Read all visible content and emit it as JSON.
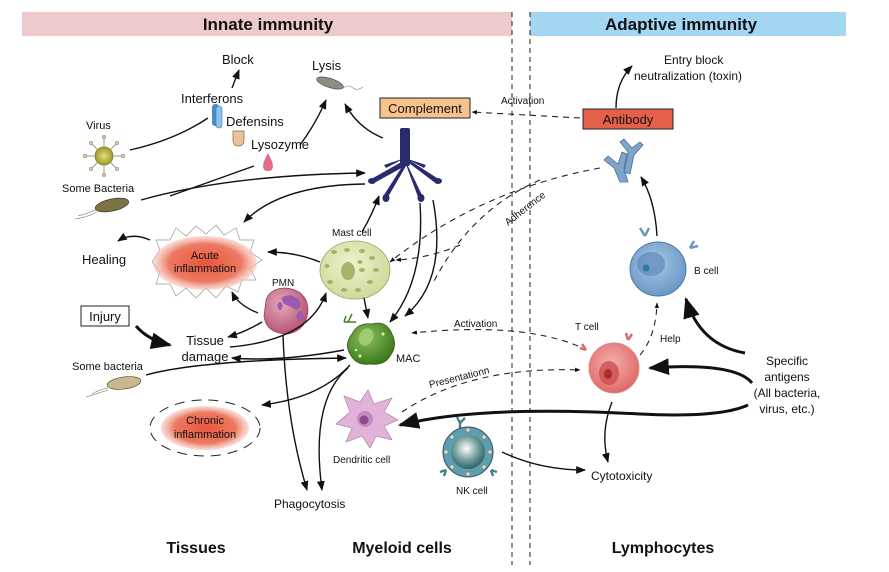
{
  "headers": {
    "innate": "Innate immunity",
    "adaptive": "Adaptive immunity"
  },
  "colors": {
    "innate_band": "#efcacd",
    "adaptive_band": "#a3d6f2",
    "complement_box": "#f6c38c",
    "antibody_box": "#e5604a",
    "inflammation": "#e8573c",
    "mast_cell": "#dfe6b8",
    "pmn": "#c86a86",
    "mac": "#5f9a30",
    "dendritic": "#e2b3d8",
    "b_cell": "#7ea9d4",
    "t_cell": "#e57b78",
    "nk_cell": "#4f94a8",
    "complement_protein": "#2a2b6e",
    "antibody_protein": "#7ea4c9"
  },
  "labels": {
    "block": "Block",
    "lysis": "Lysis",
    "interferons": "Interferons",
    "defensins": "Defensins",
    "lysozyme": "Lysozyme",
    "virus": "Virus",
    "some_bacteria_top": "Some Bacteria",
    "complement": "Complement",
    "activation_top": "Activation",
    "antibody": "Antibody",
    "entry_block_1": "Entry block",
    "entry_block_2": "neutralization (toxin)",
    "adherence": "Adherence",
    "healing": "Healing",
    "acute_1": "Acute",
    "acute_2": "inflammation",
    "mast_cell": "Mast cell",
    "pmn": "PMN",
    "injury": "Injury",
    "tissue_damage_1": "Tissue",
    "tissue_damage_2": "damage",
    "some_bacteria_bottom": "Some bacteria",
    "mac": "MAC",
    "activation_mid": "Activation",
    "presentation": "Presentationn",
    "t_cell": "T cell",
    "help": "Help",
    "b_cell": "B cell",
    "antigens_1": "Specific",
    "antigens_2": "antigens",
    "antigens_3": "(All bacteria,",
    "antigens_4": "virus, etc.)",
    "chronic_1": "Chronic",
    "chronic_2": "inflammation",
    "dendritic_cell": "Dendritic cell",
    "nk_cell": "NK cell",
    "cytotoxicity": "Cytotoxicity",
    "phagocytosis": "Phagocytosis"
  },
  "footers": {
    "tissues": "Tissues",
    "myeloid": "Myeloid cells",
    "lymphocytes": "Lymphocytes"
  }
}
